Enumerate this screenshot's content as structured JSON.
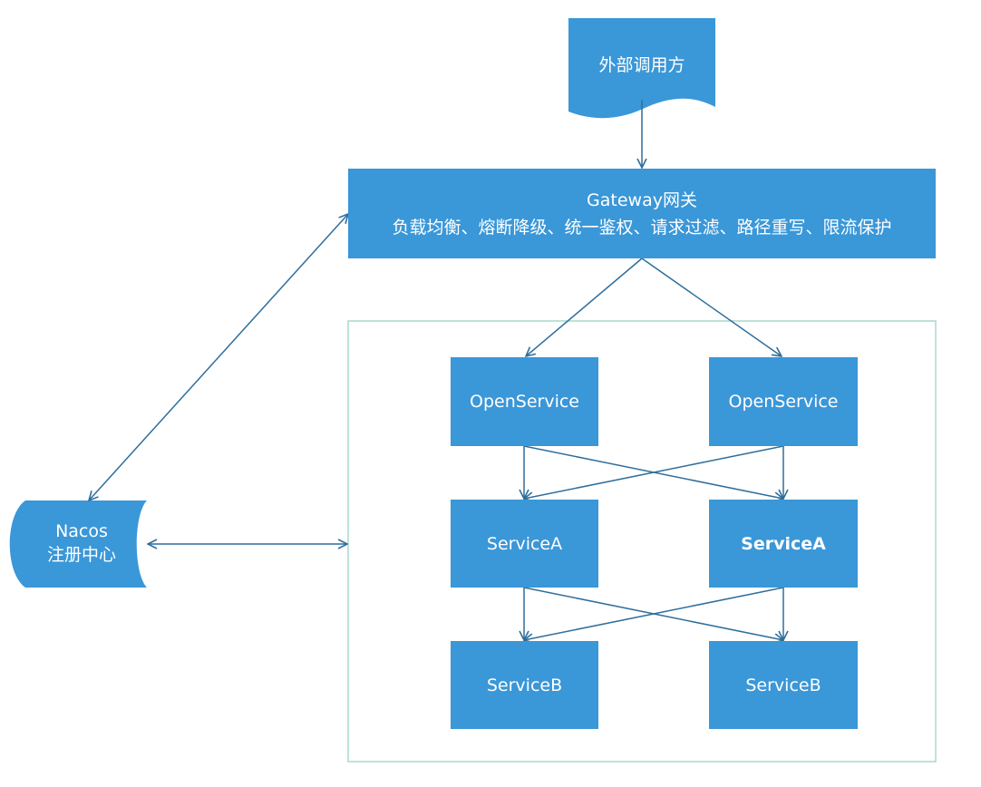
{
  "colors": {
    "node_fill": "#3a97d8",
    "edge": "#2f6e9c",
    "container_border": "#a8d8cf",
    "text": "#ffffff"
  },
  "external_caller": {
    "label": "外部调用方",
    "shape": "document"
  },
  "gateway": {
    "title": "Gateway网关",
    "features": "负载均衡、熔断降级、统一鉴权、请求过滤、路径重写、限流保护"
  },
  "registry": {
    "line1": "Nacos",
    "line2": "注册中心",
    "shape": "stored-data"
  },
  "services": {
    "open_left": "OpenService",
    "open_right": "OpenService",
    "a_left": "ServiceA",
    "a_right": "ServiceA",
    "b_left": "ServiceB",
    "b_right": "ServiceB"
  },
  "edges": [
    {
      "from": "external_caller",
      "to": "gateway",
      "type": "arrow"
    },
    {
      "from": "gateway",
      "to": "open_left",
      "type": "arrow"
    },
    {
      "from": "gateway",
      "to": "open_right",
      "type": "arrow"
    },
    {
      "from": "open_left",
      "to": "a_left",
      "type": "arrow"
    },
    {
      "from": "open_left",
      "to": "a_right",
      "type": "arrow"
    },
    {
      "from": "open_right",
      "to": "a_left",
      "type": "arrow"
    },
    {
      "from": "open_right",
      "to": "a_right",
      "type": "arrow"
    },
    {
      "from": "a_left",
      "to": "b_left",
      "type": "arrow"
    },
    {
      "from": "a_left",
      "to": "b_right",
      "type": "arrow"
    },
    {
      "from": "a_right",
      "to": "b_left",
      "type": "arrow"
    },
    {
      "from": "a_right",
      "to": "b_right",
      "type": "arrow"
    },
    {
      "from": "registry",
      "to": "gateway",
      "type": "bidirectional"
    },
    {
      "from": "registry",
      "to": "services_container",
      "type": "bidirectional"
    }
  ]
}
